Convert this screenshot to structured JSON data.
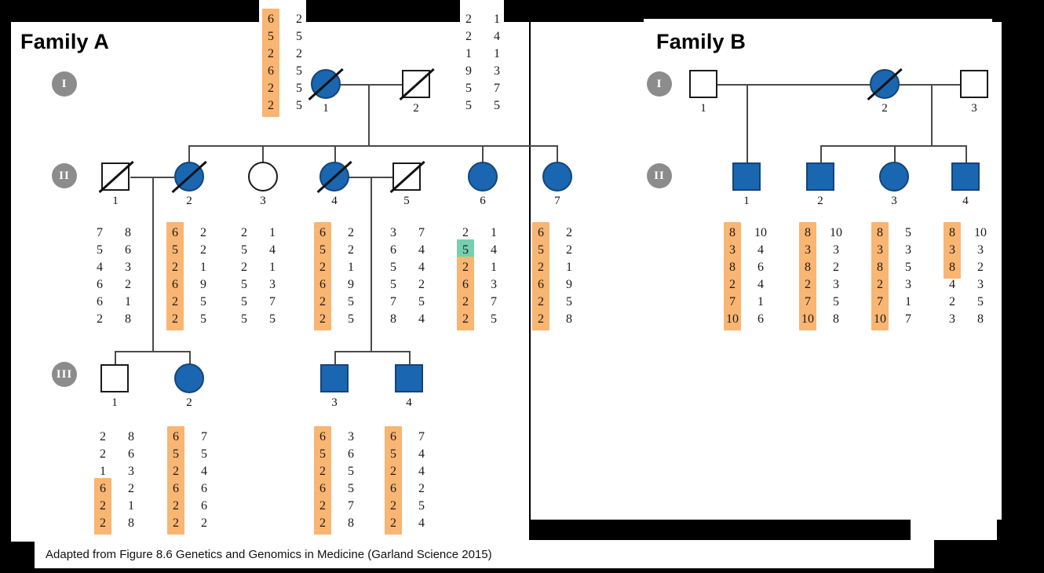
{
  "figure": {
    "family_a_title": "Family A",
    "family_b_title": "Family B",
    "caption": "Adapted from Figure 8.6 Genetics and Genomics in Medicine (Garland Science 2015)",
    "generation_labels": [
      "I",
      "II",
      "III"
    ],
    "colors": {
      "affected_blue": "#1a66b0",
      "shared_haplotype_orange": "#f9b572",
      "recombinant_teal": "#76cfb0",
      "generation_badge_gray": "#8c8c8c",
      "background": "#000000",
      "panel": "#ffffff"
    }
  },
  "family_a": {
    "generation_I": [
      {
        "id": "1",
        "sex": "female",
        "affected": true,
        "deceased": true
      },
      {
        "id": "2",
        "sex": "male",
        "affected": false,
        "deceased": true
      }
    ],
    "generation_II": [
      {
        "id": "1",
        "sex": "male",
        "affected": false,
        "deceased": true
      },
      {
        "id": "2",
        "sex": "female",
        "affected": true,
        "deceased": true
      },
      {
        "id": "3",
        "sex": "female",
        "affected": false,
        "deceased": false
      },
      {
        "id": "4",
        "sex": "female",
        "affected": true,
        "deceased": true
      },
      {
        "id": "5",
        "sex": "male",
        "affected": false,
        "deceased": true
      },
      {
        "id": "6",
        "sex": "female",
        "affected": true,
        "deceased": false
      },
      {
        "id": "7",
        "sex": "female",
        "affected": true,
        "deceased": false
      }
    ],
    "generation_III": [
      {
        "id": "1",
        "sex": "male",
        "affected": false,
        "deceased": false
      },
      {
        "id": "2",
        "sex": "female",
        "affected": true,
        "deceased": false
      },
      {
        "id": "3",
        "sex": "male",
        "affected": true,
        "deceased": false
      },
      {
        "id": "4",
        "sex": "male",
        "affected": true,
        "deceased": false
      }
    ],
    "haplotypes": [
      {
        "person": "I-1",
        "left": [
          "6",
          "5",
          "2",
          "6",
          "2",
          "2"
        ],
        "right": [
          "2",
          "5",
          "2",
          "5",
          "5",
          "5"
        ],
        "left_marks": [
          "or",
          "or",
          "or",
          "or",
          "or",
          "or"
        ],
        "right_marks": [
          "",
          "",
          "",
          "",
          "",
          ""
        ]
      },
      {
        "person": "I-2",
        "left": [
          "2",
          "2",
          "1",
          "9",
          "5",
          "5"
        ],
        "right": [
          "1",
          "4",
          "1",
          "3",
          "7",
          "5"
        ],
        "left_marks": [
          "",
          "",
          "",
          "",
          "",
          ""
        ],
        "right_marks": [
          "",
          "",
          "",
          "",
          "",
          ""
        ]
      },
      {
        "person": "II-1",
        "left": [
          "7",
          "5",
          "4",
          "6",
          "6",
          "2"
        ],
        "right": [
          "8",
          "6",
          "3",
          "2",
          "1",
          "8"
        ],
        "left_marks": [
          "",
          "",
          "",
          "",
          "",
          ""
        ],
        "right_marks": [
          "",
          "",
          "",
          "",
          "",
          ""
        ]
      },
      {
        "person": "II-2",
        "left": [
          "6",
          "5",
          "2",
          "6",
          "2",
          "2"
        ],
        "right": [
          "2",
          "2",
          "1",
          "9",
          "5",
          "5"
        ],
        "left_marks": [
          "or",
          "or",
          "or",
          "or",
          "or",
          "or"
        ],
        "right_marks": [
          "",
          "",
          "",
          "",
          "",
          ""
        ]
      },
      {
        "person": "II-3",
        "left": [
          "2",
          "5",
          "2",
          "5",
          "5",
          "5"
        ],
        "right": [
          "1",
          "4",
          "1",
          "3",
          "7",
          "5"
        ],
        "left_marks": [
          "",
          "",
          "",
          "",
          "",
          ""
        ],
        "right_marks": [
          "",
          "",
          "",
          "",
          "",
          ""
        ]
      },
      {
        "person": "II-4",
        "left": [
          "6",
          "5",
          "2",
          "6",
          "2",
          "2"
        ],
        "right": [
          "2",
          "2",
          "1",
          "9",
          "5",
          "5"
        ],
        "left_marks": [
          "or",
          "or",
          "or",
          "or",
          "or",
          "or"
        ],
        "right_marks": [
          "",
          "",
          "",
          "",
          "",
          ""
        ]
      },
      {
        "person": "II-5",
        "left": [
          "3",
          "6",
          "5",
          "5",
          "7",
          "8"
        ],
        "right": [
          "7",
          "4",
          "4",
          "2",
          "5",
          "4"
        ],
        "left_marks": [
          "",
          "",
          "",
          "",
          "",
          ""
        ],
        "right_marks": [
          "",
          "",
          "",
          "",
          "",
          ""
        ]
      },
      {
        "person": "II-6",
        "left": [
          "2",
          "5",
          "2",
          "6",
          "2",
          "2"
        ],
        "right": [
          "1",
          "4",
          "1",
          "3",
          "7",
          "5"
        ],
        "left_marks": [
          "",
          "tl",
          "or",
          "or",
          "or",
          "or"
        ],
        "right_marks": [
          "",
          "",
          "",
          "",
          "",
          ""
        ]
      },
      {
        "person": "II-7",
        "left": [
          "6",
          "5",
          "2",
          "6",
          "2",
          "2"
        ],
        "right": [
          "2",
          "2",
          "1",
          "9",
          "5",
          "8"
        ],
        "left_marks": [
          "or",
          "or",
          "or",
          "or",
          "or",
          "or"
        ],
        "right_marks": [
          "",
          "",
          "",
          "",
          "",
          ""
        ]
      },
      {
        "person": "III-1",
        "left": [
          "2",
          "2",
          "1",
          "6",
          "2",
          "2"
        ],
        "right": [
          "8",
          "6",
          "3",
          "2",
          "1",
          "8"
        ],
        "left_marks": [
          "",
          "",
          "",
          "or",
          "or",
          "or"
        ],
        "right_marks": [
          "",
          "",
          "",
          "",
          "",
          ""
        ]
      },
      {
        "person": "III-2",
        "left": [
          "6",
          "5",
          "2",
          "6",
          "2",
          "2"
        ],
        "right": [
          "7",
          "5",
          "4",
          "6",
          "6",
          "2"
        ],
        "left_marks": [
          "or",
          "or",
          "or",
          "or",
          "or",
          "or"
        ],
        "right_marks": [
          "",
          "",
          "",
          "",
          "",
          ""
        ]
      },
      {
        "person": "III-3",
        "left": [
          "6",
          "5",
          "2",
          "6",
          "2",
          "2"
        ],
        "right": [
          "3",
          "6",
          "5",
          "5",
          "7",
          "8"
        ],
        "left_marks": [
          "or",
          "or",
          "or",
          "or",
          "or",
          "or"
        ],
        "right_marks": [
          "",
          "",
          "",
          "",
          "",
          ""
        ]
      },
      {
        "person": "III-4",
        "left": [
          "6",
          "5",
          "2",
          "6",
          "2",
          "2"
        ],
        "right": [
          "7",
          "4",
          "4",
          "2",
          "5",
          "4"
        ],
        "left_marks": [
          "or",
          "or",
          "or",
          "or",
          "or",
          "or"
        ],
        "right_marks": [
          "",
          "",
          "",
          "",
          "",
          ""
        ]
      }
    ]
  },
  "family_b": {
    "generation_I": [
      {
        "id": "1",
        "sex": "male",
        "affected": false,
        "deceased": false
      },
      {
        "id": "2",
        "sex": "female",
        "affected": true,
        "deceased": true
      },
      {
        "id": "3",
        "sex": "male",
        "affected": false,
        "deceased": false
      }
    ],
    "generation_II": [
      {
        "id": "1",
        "sex": "male",
        "affected": true,
        "deceased": false
      },
      {
        "id": "2",
        "sex": "male",
        "affected": true,
        "deceased": false
      },
      {
        "id": "3",
        "sex": "female",
        "affected": true,
        "deceased": false
      },
      {
        "id": "4",
        "sex": "male",
        "affected": true,
        "deceased": false
      }
    ],
    "haplotypes": [
      {
        "person": "II-1",
        "left": [
          "8",
          "3",
          "8",
          "2",
          "7",
          "10"
        ],
        "right": [
          "10",
          "4",
          "6",
          "4",
          "1",
          "6"
        ],
        "left_marks": [
          "or",
          "or",
          "or",
          "or",
          "or",
          "or"
        ],
        "right_marks": [
          "",
          "",
          "",
          "",
          "",
          ""
        ]
      },
      {
        "person": "II-2",
        "left": [
          "8",
          "3",
          "8",
          "2",
          "7",
          "10"
        ],
        "right": [
          "10",
          "3",
          "2",
          "3",
          "5",
          "8"
        ],
        "left_marks": [
          "or",
          "or",
          "or",
          "or",
          "or",
          "or"
        ],
        "right_marks": [
          "",
          "",
          "",
          "",
          "",
          ""
        ]
      },
      {
        "person": "II-3",
        "left": [
          "8",
          "3",
          "8",
          "2",
          "7",
          "10"
        ],
        "right": [
          "5",
          "3",
          "5",
          "3",
          "1",
          "7"
        ],
        "left_marks": [
          "or",
          "or",
          "or",
          "or",
          "or",
          "or"
        ],
        "right_marks": [
          "",
          "",
          "",
          "",
          "",
          ""
        ]
      },
      {
        "person": "II-4",
        "left": [
          "8",
          "3",
          "8",
          "4",
          "2",
          "3"
        ],
        "right": [
          "10",
          "3",
          "2",
          "3",
          "5",
          "8"
        ],
        "left_marks": [
          "or",
          "or",
          "or",
          "",
          "",
          ""
        ],
        "right_marks": [
          "",
          "",
          "",
          "",
          "",
          ""
        ]
      }
    ]
  }
}
